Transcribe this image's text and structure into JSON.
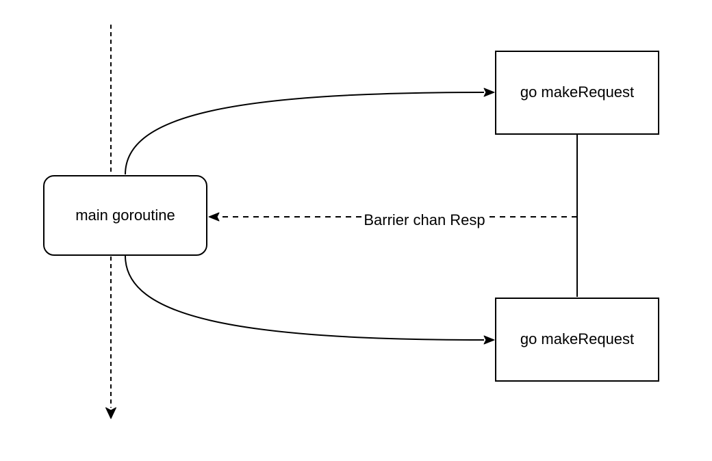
{
  "diagram": {
    "background_color": "#ffffff",
    "stroke_color": "#000000",
    "text_color": "#000000",
    "nodes": {
      "main_goroutine": {
        "label": "main goroutine",
        "shape": "rounded-rectangle"
      },
      "worker_top": {
        "label": "go makeRequest",
        "shape": "rectangle"
      },
      "worker_bottom": {
        "label": "go makeRequest",
        "shape": "rectangle"
      }
    },
    "edges": {
      "barrier_channel": {
        "label": "Barrier chan Resp",
        "style": "dashed",
        "direction": "right-to-left"
      },
      "main_timeline": {
        "style": "dashed",
        "direction": "top-to-bottom"
      },
      "spawn_top": {
        "style": "solid-curve",
        "direction": "main-to-worker-top"
      },
      "spawn_bottom": {
        "style": "solid-curve",
        "direction": "main-to-worker-bottom"
      },
      "worker_join": {
        "style": "solid",
        "direction": "vertical"
      }
    }
  }
}
